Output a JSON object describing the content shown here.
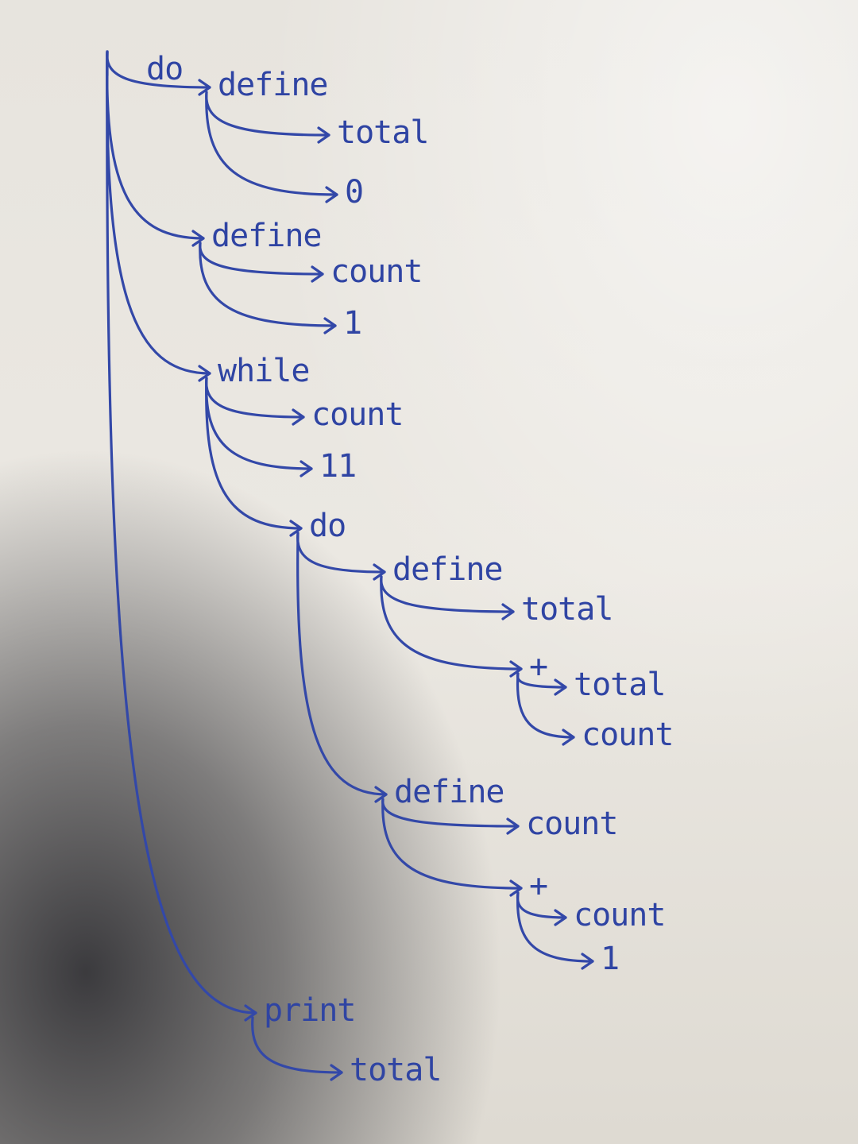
{
  "tree": {
    "label": "do",
    "children": [
      {
        "label": "define",
        "children": [
          {
            "label": "total",
            "children": []
          },
          {
            "label": "0",
            "children": []
          }
        ]
      },
      {
        "label": "define",
        "children": [
          {
            "label": "count",
            "children": []
          },
          {
            "label": "1",
            "children": []
          }
        ]
      },
      {
        "label": "while",
        "children": [
          {
            "label": "count",
            "children": []
          },
          {
            "label": "11",
            "children": []
          },
          {
            "label": "do",
            "children": [
              {
                "label": "define",
                "children": [
                  {
                    "label": "total",
                    "children": []
                  },
                  {
                    "label": "+",
                    "children": [
                      {
                        "label": "total",
                        "children": []
                      },
                      {
                        "label": "count",
                        "children": []
                      }
                    ]
                  }
                ]
              },
              {
                "label": "define",
                "children": [
                  {
                    "label": "count",
                    "children": []
                  },
                  {
                    "label": "+",
                    "children": [
                      {
                        "label": "count",
                        "children": []
                      },
                      {
                        "label": "1",
                        "children": []
                      }
                    ]
                  }
                ]
              }
            ]
          }
        ]
      },
      {
        "label": "print",
        "children": [
          {
            "label": "total",
            "children": []
          }
        ]
      }
    ]
  },
  "colors": {
    "ink": "#3348a8",
    "paper": "#e9e6df"
  }
}
